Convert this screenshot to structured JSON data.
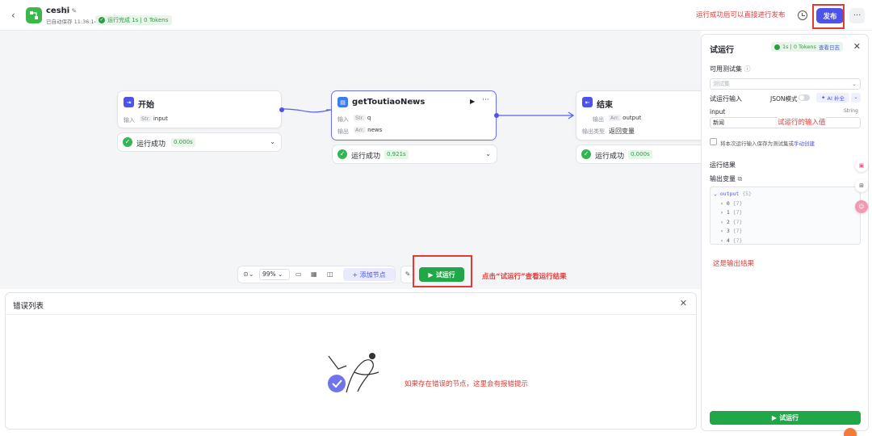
{
  "header": {
    "app_name": "ceshi",
    "autosave": "已自动保存 11:36:14",
    "run_status": "运行完成 1s | 0 Tokens",
    "publish_label": "发布",
    "publish_note": "运行成功后可以直接进行发布"
  },
  "nodes": {
    "start": {
      "title": "开始",
      "input_label": "输入",
      "input_type": "Str.",
      "input_name": "input",
      "status": "运行成功",
      "time": "0.000s"
    },
    "plugin": {
      "title": "getToutiaoNews",
      "input_label": "输入",
      "input_type": "Str.",
      "input_name": "q",
      "output_label": "输出",
      "output_type": "Arr.",
      "output_name": "news",
      "status": "运行成功",
      "time": "0.921s"
    },
    "end": {
      "title": "结束",
      "output_label": "输出",
      "output_type": "Arr.",
      "output_name": "output",
      "output_kind_label": "输出类型",
      "output_kind": "返回变量",
      "status": "运行成功",
      "time": "0.000s"
    }
  },
  "toolbar": {
    "zoom": "99%",
    "add_node": "添加节点",
    "run_label": "试运行",
    "run_note": "点击“试运行”查看运行结果"
  },
  "error_panel": {
    "title": "错误列表",
    "note": "如果存在错误的节点，这里会有报错提示"
  },
  "side_panel": {
    "title": "试运行",
    "badge": "1s | 0 Tokens",
    "badge_link": "查看日志",
    "testset_label": "可用测试集",
    "testset_placeholder": "测试集",
    "run_input_label": "试运行输入",
    "json_mode": "JSON模式",
    "ai_fill": "AI 补全",
    "input_name": "input",
    "input_type": "String",
    "input_value": "新闻",
    "input_note": "试运行的输入值",
    "save_testset_text": "将本次运行输入保存为测试集或",
    "save_testset_link": "手动创建",
    "result_label": "运行结果",
    "output_var_label": "输出变量",
    "output_root": "output",
    "output_root_type": "{5}",
    "output_items": [
      {
        "key": "0",
        "type": "{7}"
      },
      {
        "key": "1",
        "type": "{7}"
      },
      {
        "key": "2",
        "type": "{7}"
      },
      {
        "key": "3",
        "type": "{7}"
      },
      {
        "key": "4",
        "type": "{7}"
      }
    ],
    "output_note": "这是输出结果",
    "run_button": "试运行"
  },
  "colors": {
    "accent": "#4d53e8",
    "success": "#20a848",
    "annotation": "#e53935"
  }
}
